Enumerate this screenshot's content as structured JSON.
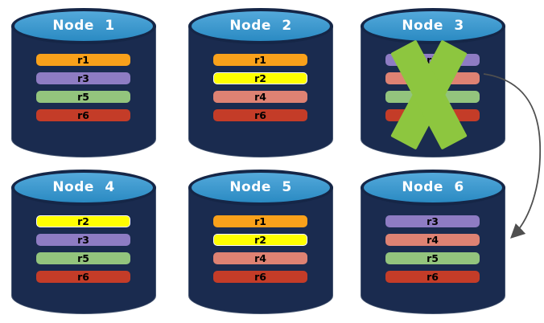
{
  "diagram": {
    "description": "Six database nodes with replicated partitions; Node 3 is crossed out and an arrow points from Node 3 to Node 6",
    "colors": {
      "cylinder_body": "#1A2B4F",
      "cylinder_top": "#2E96D3",
      "cylinder_outline": "#152647",
      "background": "#FFFFFF"
    },
    "x_mark": {
      "on_node": "Node 3",
      "shape": "x-cross",
      "color": "#8DC63F"
    },
    "arrow": {
      "from": "Node 3",
      "to": "Node 6",
      "color": "#4F4F4F"
    },
    "nodes": [
      {
        "id": "node-1",
        "title": "Node 1",
        "partitions": [
          {
            "label": "r1",
            "color": "#F9A11B"
          },
          {
            "label": "r3",
            "color": "#8E7CC3"
          },
          {
            "label": "r5",
            "color": "#93C47D"
          },
          {
            "label": "r6",
            "color": "#C43C28"
          }
        ]
      },
      {
        "id": "node-2",
        "title": "Node 2",
        "partitions": [
          {
            "label": "r1",
            "color": "#F9A11B"
          },
          {
            "label": "r2",
            "color": "#FFFF00",
            "border": "#FFFFFF"
          },
          {
            "label": "r4",
            "color": "#DE8273"
          },
          {
            "label": "r6",
            "color": "#C43C28"
          }
        ]
      },
      {
        "id": "node-3",
        "title": "Node 3",
        "failed": true,
        "partitions": [
          {
            "label": "r3",
            "color": "#8E7CC3"
          },
          {
            "label": "r4",
            "color": "#DE8273",
            "obscured": true
          },
          {
            "label": "r5",
            "color": "#93C47D",
            "obscured": true
          },
          {
            "label": "r6",
            "color": "#C43C28",
            "obscured": true
          }
        ]
      },
      {
        "id": "node-4",
        "title": "Node 4",
        "partitions": [
          {
            "label": "r2",
            "color": "#FFFF00",
            "border": "#FFFFFF"
          },
          {
            "label": "r3",
            "color": "#8E7CC3"
          },
          {
            "label": "r5",
            "color": "#93C47D"
          },
          {
            "label": "r6",
            "color": "#C43C28"
          }
        ]
      },
      {
        "id": "node-5",
        "title": "Node 5",
        "partitions": [
          {
            "label": "r1",
            "color": "#F9A11B"
          },
          {
            "label": "r2",
            "color": "#FFFF00",
            "border": "#FFFFFF"
          },
          {
            "label": "r4",
            "color": "#DE8273"
          },
          {
            "label": "r6",
            "color": "#C43C28"
          }
        ]
      },
      {
        "id": "node-6",
        "title": "Node 6",
        "partitions": [
          {
            "label": "r3",
            "color": "#8E7CC3"
          },
          {
            "label": "r4",
            "color": "#DE8273"
          },
          {
            "label": "r5",
            "color": "#93C47D"
          },
          {
            "label": "r6",
            "color": "#C43C28"
          }
        ]
      }
    ]
  }
}
